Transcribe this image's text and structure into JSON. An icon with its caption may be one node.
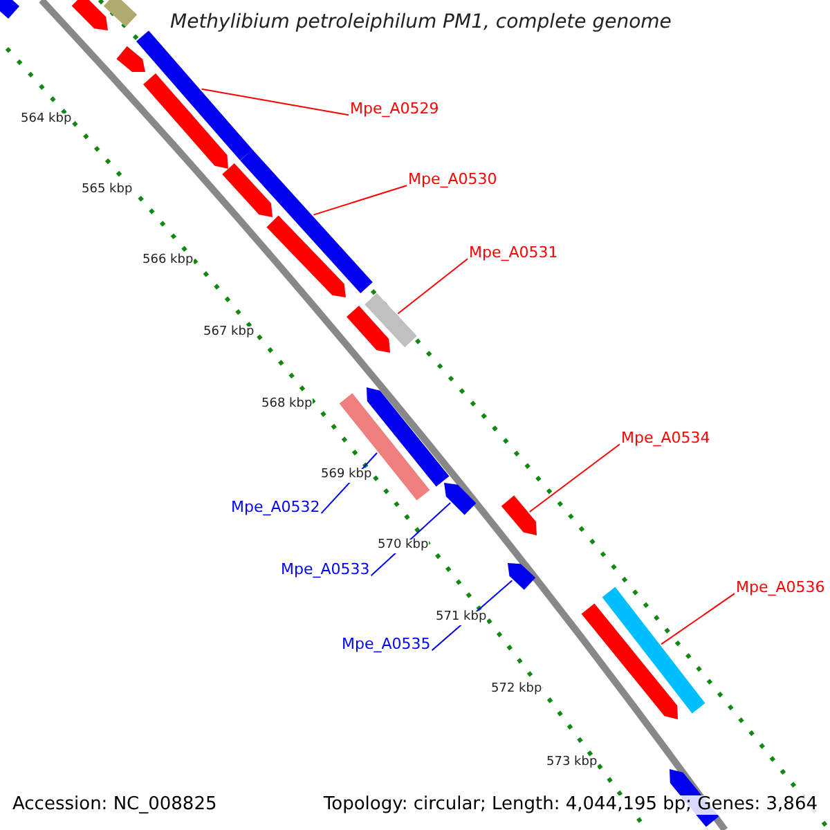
{
  "diagram": {
    "title": "Methylibium petroleiphilum PM1, complete genome",
    "nodes": [
      {
        "text": [
          "Mpe_A0529"
        ]
      },
      {
        "text": [
          "Mpe_A0530"
        ]
      },
      {
        "text": [
          "Mpe_A0531"
        ]
      },
      {
        "text": [
          "Mpe_A0534"
        ]
      },
      {
        "text": [
          "Mpe_A0532"
        ]
      },
      {
        "text": [
          "Mpe_A0533"
        ]
      },
      {
        "text": [
          "Mpe_A0536"
        ]
      },
      {
        "text": [
          "Mpe_A0535"
        ]
      },
      {
        "text": [],
        "shape": "bar"
      },
      {
        "text": [],
        "shape": "bar"
      },
      {
        "text": [],
        "shape": "bar"
      },
      {
        "text": [],
        "shape": "bar"
      },
      {
        "text": [],
        "shape": "bar"
      },
      {
        "text": [],
        "shape": "bar"
      },
      {
        "text": [],
        "shape": "bar"
      },
      {
        "text": [],
        "shape": "bar"
      },
      {
        "text": [],
        "shape": "bar"
      },
      {
        "text": [],
        "shape": "bar"
      },
      {
        "text": [],
        "shape": "bar"
      },
      {
        "text": [],
        "shape": "bar"
      },
      {
        "text": [],
        "shape": "bar"
      },
      {
        "text": [],
        "shape": "bar"
      },
      {
        "text": [],
        "shape": "bar"
      },
      {
        "text": [],
        "shape": "bar"
      },
      {
        "text": [],
        "shape": "bar"
      },
      {
        "text": [],
        "shape": "bar"
      },
      {
        "text": [],
        "shape": "bar"
      }
    ],
    "edges": [
      {
        "from": 0,
        "to": 11,
        "arrow": "none"
      },
      {
        "from": 1,
        "to": 14,
        "arrow": "none"
      },
      {
        "from": 2,
        "to": 17,
        "arrow": "none"
      },
      {
        "from": 3,
        "to": 22,
        "arrow": "none"
      },
      {
        "from": 4,
        "to": 20,
        "arrow": "none",
        "color": "#0000ff"
      },
      {
        "from": 5,
        "to": 21,
        "arrow": "none",
        "color": "#0000ff"
      },
      {
        "from": 6,
        "to": 24,
        "arrow": "none"
      },
      {
        "from": 7,
        "to": 23,
        "arrow": "none",
        "color": "#0000ff"
      }
    ],
    "labels": [
      "564 kbp",
      "565 kbp",
      "566 kbp",
      "567 kbp",
      "568 kbp",
      "569 kbp",
      "570 kbp",
      "571 kbp",
      "572 kbp",
      "573 kbp",
      "Accession: NC_008825",
      "Topology: circular; Length: 4,044,195 bp; Genes: 3,864"
    ]
  }
}
